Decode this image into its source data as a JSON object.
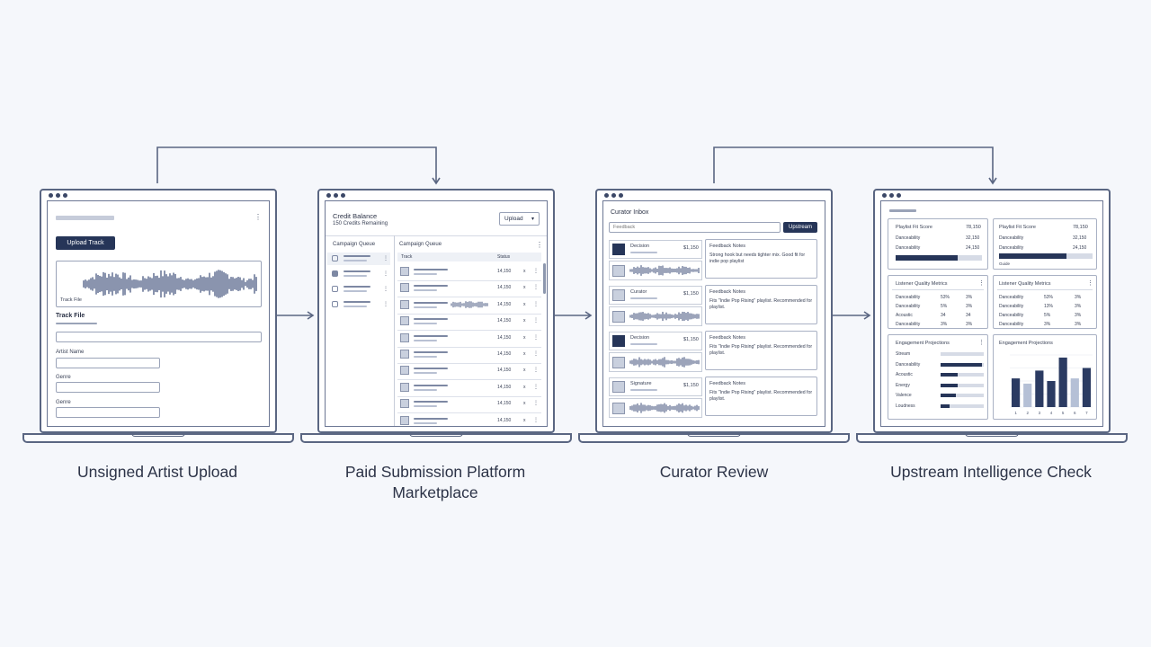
{
  "captions": {
    "step1": "Unsigned Artist Upload",
    "step2": "Paid Submission Platform Marketplace",
    "step3": "Curator Review",
    "step4": "Upstream Intelligence Check"
  },
  "upload": {
    "button": "Upload Track",
    "waveform_label": "Track File",
    "section_title": "Track File",
    "artist_label": "Artist Name",
    "genre_label_1": "Genre",
    "genre_label_2": "Genre"
  },
  "marketplace": {
    "credit_title": "Credit Balance",
    "credit_sub": "150 Credits Remaining",
    "dropdown": "Upload",
    "left_header": "Campaign Queue",
    "right_header": "Campaign Queue",
    "col_track": "Track",
    "col_status": "Status",
    "row_value": "14,150",
    "row_x": "x",
    "rows": 10
  },
  "curator": {
    "title": "Curator Inbox",
    "search_placeholder": "Feedback",
    "button": "Upstream",
    "items": [
      {
        "name": "Decision",
        "price": "$1,150"
      },
      {
        "name": "Curator",
        "price": "$1,150"
      },
      {
        "name": "Decision",
        "price": "$1,150"
      },
      {
        "name": "Signature",
        "price": "$1,150"
      }
    ],
    "feedback": [
      {
        "title": "Feedback Notes",
        "text": "Strong hook but needs tighter mix. Good fit for indie pop playlist"
      },
      {
        "title": "Feedback Notes",
        "text": "Fits \"Indie Pop Rising\" playlist. Recommended for playlist."
      },
      {
        "title": "Feedback Notes",
        "text": "Fits \"Indie Pop Rising\" playlist. Recommended for playlist."
      },
      {
        "title": "Feedback Notes",
        "text": "Fits \"Indie Pop Rising\" playlist. Recommended for playlist."
      }
    ]
  },
  "intel": {
    "panel_a": {
      "title": "Playlist Fit Score",
      "value": "78,150",
      "rows": [
        {
          "k": "Danceability",
          "v": "32,150"
        },
        {
          "k": "Danceability",
          "v": "24,150"
        }
      ],
      "fill": 0.72
    },
    "panel_b": {
      "title": "Playlist Fit Score",
      "value": "78,150",
      "rows": [
        {
          "k": "Danceability",
          "v": "32,150"
        },
        {
          "k": "Danceability",
          "v": "24,150"
        }
      ],
      "fill": 0.72,
      "foot": "Guide"
    },
    "panel_c": {
      "title": "Listener Quality Metrics",
      "rows": [
        {
          "k": "Danceability",
          "a": "53%",
          "b": "3%"
        },
        {
          "k": "Danceability",
          "a": "5%",
          "b": "3%"
        },
        {
          "k": "Acoustic",
          "a": "34",
          "b": "34"
        },
        {
          "k": "Danceability",
          "a": "3%",
          "b": "3%"
        }
      ]
    },
    "panel_d": {
      "title": "Listener Quality Metrics",
      "rows": [
        {
          "k": "Danceability",
          "a": "53%",
          "b": "3%"
        },
        {
          "k": "Danceability",
          "a": "13%",
          "b": "3%"
        },
        {
          "k": "Danceability",
          "a": "5%",
          "b": "3%"
        },
        {
          "k": "Danceability",
          "a": "3%",
          "b": "3%"
        }
      ]
    },
    "panel_e": {
      "title": "Engagement Projections",
      "rows": [
        {
          "k": "Stream",
          "v": 0
        },
        {
          "k": "Danceability",
          "v": 0.95
        },
        {
          "k": "Acoustic",
          "v": 0.4
        },
        {
          "k": "Energy",
          "v": 0.4
        },
        {
          "k": "Valence",
          "v": 0.35
        },
        {
          "k": "Loudness",
          "v": 0.2
        }
      ]
    },
    "panel_f": {
      "title": "Engagement Projections",
      "bars": [
        0.55,
        0.45,
        0.7,
        0.5,
        0.95,
        0.55,
        0.75
      ],
      "ticks": [
        "1",
        "2",
        "3",
        "4",
        "5",
        "6",
        "7"
      ]
    }
  },
  "colors": {
    "accent": "#263558",
    "line": "#5a6682",
    "bg": "#f5f7fb"
  }
}
